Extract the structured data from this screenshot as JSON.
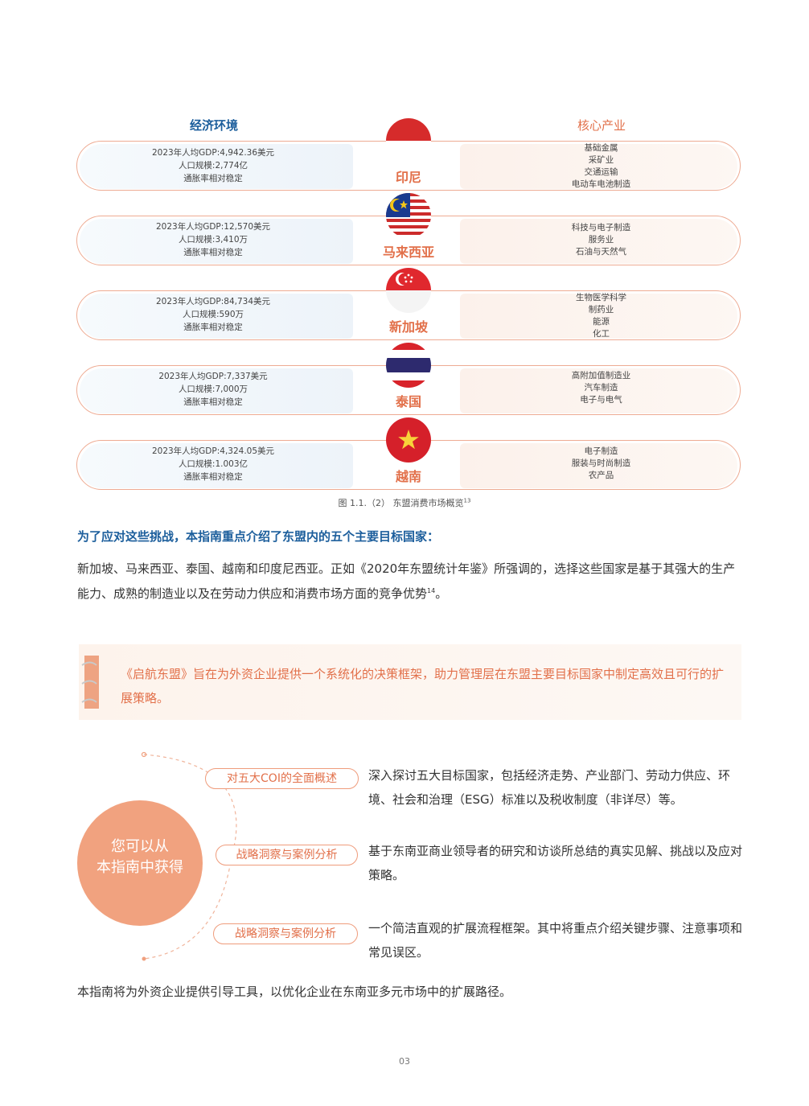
{
  "header": {
    "left_title": "经济环境",
    "right_title": "核心产业"
  },
  "countries": [
    {
      "name": "印尼",
      "econ": [
        "2023年人均GDP:4,942.36美元",
        "人口规模:2,774亿",
        "通胀率相对稳定"
      ],
      "industries": [
        "基础金属",
        "采矿业",
        "交通运输",
        "电动车电池制造"
      ]
    },
    {
      "name": "马来西亚",
      "econ": [
        "2023年人均GDP:12,570美元",
        "人口规模:3,410万",
        "通胀率相对稳定"
      ],
      "industries": [
        "科技与电子制造",
        "服务业",
        "石油与天然气"
      ]
    },
    {
      "name": "新加坡",
      "econ": [
        "2023年人均GDP:84,734美元",
        "人口规模:590万",
        "通胀率相对稳定"
      ],
      "industries": [
        "生物医学科学",
        "制药业",
        "能源",
        "化工"
      ]
    },
    {
      "name": "泰国",
      "econ": [
        "2023年人均GDP:7,337美元",
        "人口规模:7,000万",
        "通胀率相对稳定"
      ],
      "industries": [
        "高附加值制造业",
        "汽车制造",
        "电子与电气"
      ]
    },
    {
      "name": "越南",
      "econ": [
        "2023年人均GDP:4,324.05美元",
        "人口规模:1.003亿",
        "通胀率相对稳定"
      ],
      "industries": [
        "电子制造",
        "服装与时尚制造",
        "农产品"
      ]
    }
  ],
  "figure": {
    "caption": "图 1.1.（2） 东盟消费市场概览",
    "ref": "13"
  },
  "lead": "为了应对这些挑战，本指南重点介绍了东盟内的五个主要目标国家：",
  "paragraph": {
    "text": "新加坡、马来西亚、泰国、越南和印度尼西亚。正如《2020年东盟统计年鉴》所强调的，选择这些国家是基于其强大的生产能力、成熟的制造业以及在劳动力供应和消费市场方面的竞争优势",
    "ref": "14",
    "end": "。"
  },
  "quote": "《启航东盟》旨在为外资企业提供一个系统化的决策框架，助力管理层在东盟主要目标国家中制定高效且可行的扩展策略。",
  "gains": {
    "circle_line1": "您可以从",
    "circle_line2": "本指南中获得",
    "items": [
      {
        "tag": "对五大COI的全面概述",
        "desc": "深入探讨五大目标国家，包括经济走势、产业部门、劳动力供应、环境、社会和治理（ESG）标准以及税收制度（非详尽）等。"
      },
      {
        "tag": "战略洞察与案例分析",
        "desc": "基于东南亚商业领导者的研究和访谈所总结的真实见解、挑战以及应对策略。"
      },
      {
        "tag": "战略洞察与案例分析",
        "desc": "一个简洁直观的扩展流程框架。其中将重点介绍关键步骤、注意事项和常见误区。"
      }
    ]
  },
  "footer": "本指南将为外资企业提供引导工具，以优化企业在东南亚多元市场中的扩展路径。",
  "page_number": "03",
  "colors": {
    "accent_orange": "#e2704a",
    "accent_blue": "#1c5e9c",
    "pill_border": "#eeab93",
    "circle_fill": "#f1a27f"
  }
}
